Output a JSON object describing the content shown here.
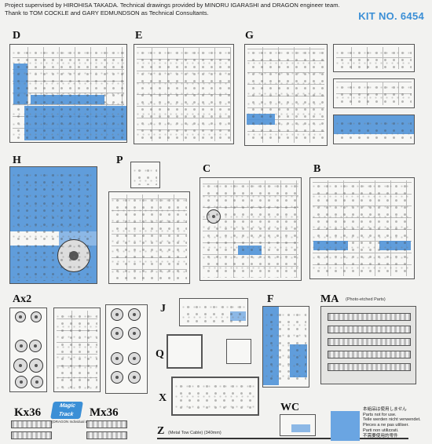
{
  "header": {
    "credit_line_1": "Project supervised by HIROHISA TAKADA. Technical drawings provided by MINORU IGARASHI and DRAGON engineer team.",
    "credit_line_2": "Thank to TOM COCKLE and GARY EDMUNDSON as Technical Consultants.",
    "kit_number": "KIT NO. 6454"
  },
  "sprues": {
    "D": "D",
    "E": "E",
    "G": "G",
    "H": "H",
    "P": "P",
    "C": "C",
    "B": "B",
    "Ax2": "Ax2",
    "J": "J",
    "F": "F",
    "MA": "MA",
    "Q": "Q",
    "X": "X",
    "WC": "WC",
    "Z": "Z",
    "Kx36": "Kx36",
    "Mx36": "Mx36"
  },
  "captions": {
    "ma_note": "(Photo-etched Parts)",
    "z_note": "(Metal Tow Cable) (340mm)",
    "magic_track": "Magic Track",
    "magic_track_sub": "(DRAGON Individual Links)"
  },
  "notice": {
    "line_1": "本組品は使用しません",
    "line_2": "Parts not for use.",
    "line_3": "Teile werden nicht verwendet.",
    "line_4": "Pieces a ne pas utiliser.",
    "line_5": "Parti non utilizzati.",
    "line_6": "不需要使用的零件"
  },
  "colors": {
    "unused_parts": "#4f92d8",
    "kit_number": "#3b8fd6"
  }
}
